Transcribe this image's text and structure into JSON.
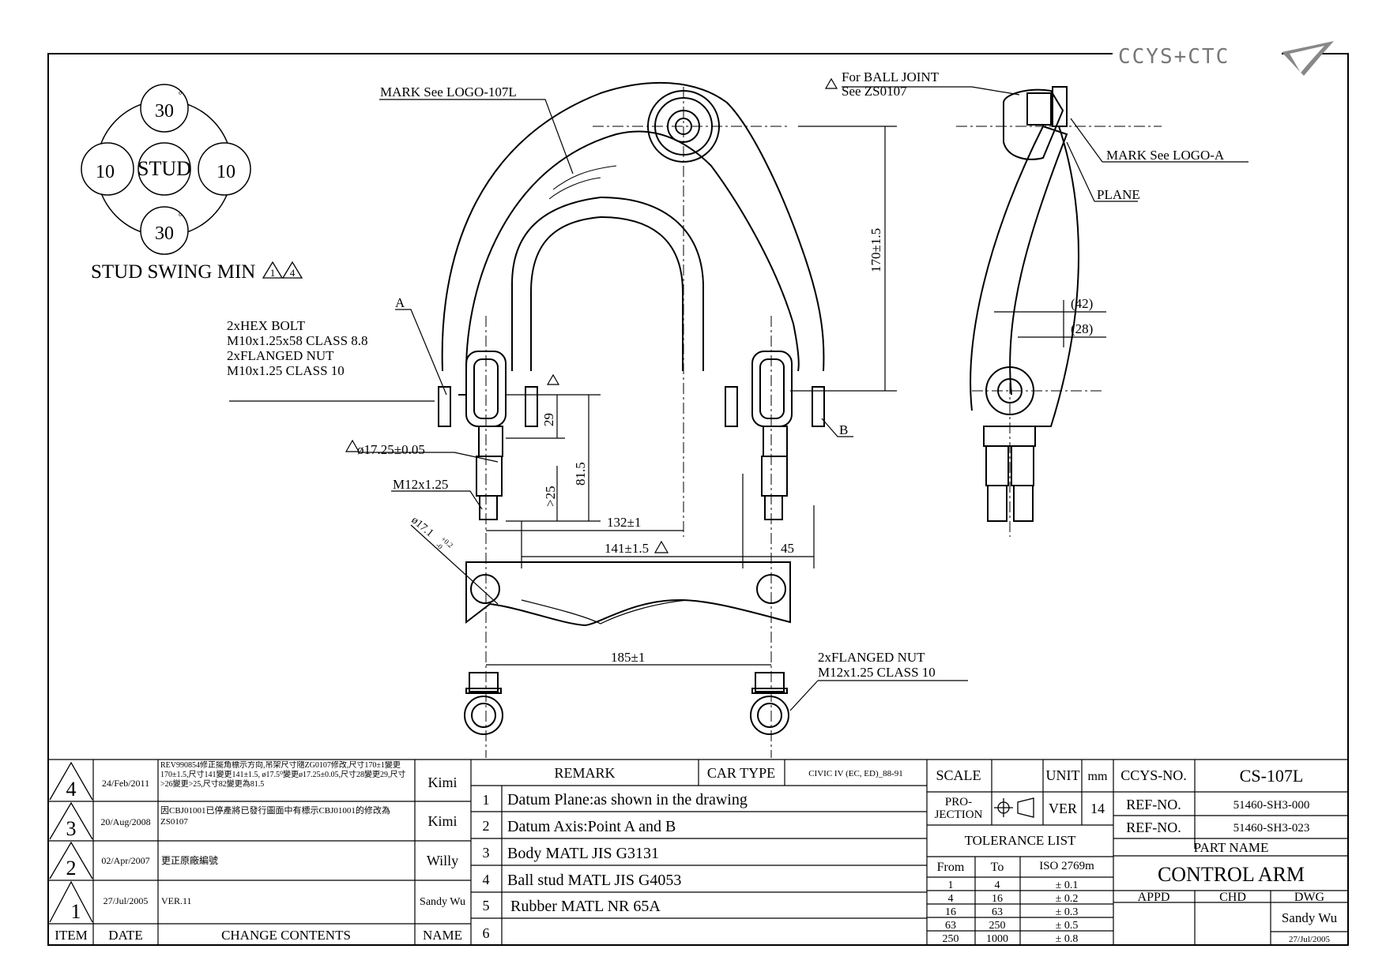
{
  "logo_text": "CCYS+CTC",
  "swing": {
    "top": "30",
    "left": "10",
    "center": "STUD",
    "right": "10",
    "bottom": "30",
    "top_sup": "°",
    "bottom_sup": "°",
    "label": "STUD SWING MIN"
  },
  "callouts": {
    "mark_left": "MARK See LOGO-107L",
    "ball_joint_1": "For BALL JOINT",
    "ball_joint_2": "See ZS0107",
    "mark_right": "MARK See LOGO-A",
    "plane": "PLANE",
    "point_a": "A",
    "point_b": "B",
    "hex_bolt_1": "2xHEX BOLT",
    "hex_bolt_2": "M10x1.25x58 CLASS 8.8",
    "hex_bolt_3": "2xFLANGED NUT",
    "hex_bolt_4": "M10x1.25 CLASS 10",
    "stud_dia": "ø17.25±0.05",
    "thread": "M12x1.25",
    "hole_dia": "ø17.1",
    "hole_tol": "+0.2",
    "hole_tol2": "-0",
    "flanged_nut_1": "2xFLANGED NUT",
    "flanged_nut_2": "M12x1.25 CLASS 10"
  },
  "dimensions": {
    "height": "170±1.5",
    "d42": "(42)",
    "d28": "(28)",
    "d29": "29",
    "d81": "81.5",
    "d25": ">25",
    "d132": "132±1",
    "d141": "141±1.5",
    "d45": "45",
    "d185": "185±1"
  },
  "revisions": {
    "rows": [
      {
        "no": "4",
        "date": "24/Feb/2011",
        "content": "REV990854修正擺角標示方向,吊架尺寸隨ZG0107修改,尺寸170±1變更170±1.5,尺寸141變更141±1.5, ø17.5⁰變更ø17.25±0.05,尺寸28變更29,尺寸>26變更>25,尺寸82變更為81.5",
        "name": "Kimi"
      },
      {
        "no": "3",
        "date": "20/Aug/2008",
        "content": "因CBJ01001已停產將已發行圖面中有標示CBJ01001的修改為ZS0107",
        "name": "Kimi"
      },
      {
        "no": "2",
        "date": "02/Apr/2007",
        "content": "更正原廠編號",
        "name": "Willy"
      },
      {
        "no": "1",
        "date": "27/Jul/2005",
        "content": "VER.11",
        "name": "Sandy Wu"
      }
    ],
    "header": {
      "item": "ITEM",
      "date": "DATE",
      "change": "CHANGE CONTENTS",
      "name": "NAME"
    }
  },
  "remarks": {
    "remark_label": "REMARK",
    "car_type_label": "CAR TYPE",
    "car_type_value": "CIVIC IV (EC, ED)_88-91",
    "items": [
      {
        "no": "1",
        "text": "Datum Plane:as shown in the drawing"
      },
      {
        "no": "2",
        "text": "Datum Axis:Point A and B"
      },
      {
        "no": "3",
        "text": "Body MATL JIS G3131"
      },
      {
        "no": "4",
        "text": "Ball stud MATL JIS G4053"
      },
      {
        "no": "5",
        "text": "Rubber MATL NR 65A"
      },
      {
        "no": "6",
        "text": ""
      }
    ]
  },
  "title_block": {
    "scale_label": "SCALE",
    "unit_label": "UNIT",
    "unit_value": "mm",
    "projection_label_1": "PRO-",
    "projection_label_2": "JECTION",
    "ver_label": "VER",
    "ver_value": "14",
    "tolerance_label": "TOLERANCE LIST",
    "tol_header": {
      "from": "From",
      "to": "To",
      "iso": "ISO 2769m"
    },
    "tol_rows": [
      {
        "from": "1",
        "to": "4",
        "tol": "± 0.1"
      },
      {
        "from": "4",
        "to": "16",
        "tol": "± 0.2"
      },
      {
        "from": "16",
        "to": "63",
        "tol": "± 0.3"
      },
      {
        "from": "63",
        "to": "250",
        "tol": "± 0.5"
      },
      {
        "from": "250",
        "to": "1000",
        "tol": "± 0.8"
      }
    ],
    "ccys_label": "CCYS-NO.",
    "ccys_value": "CS-107L",
    "ref1_label": "REF-NO.",
    "ref1_value": "51460-SH3-000",
    "ref2_label": "REF-NO.",
    "ref2_value": "51460-SH3-023",
    "part_name_label": "PART NAME",
    "part_name": "CONTROL ARM",
    "appd": "APPD",
    "chd": "CHD",
    "dwg": "DWG",
    "dwg_name": "Sandy Wu",
    "dwg_date": "27/Jul/2005"
  }
}
